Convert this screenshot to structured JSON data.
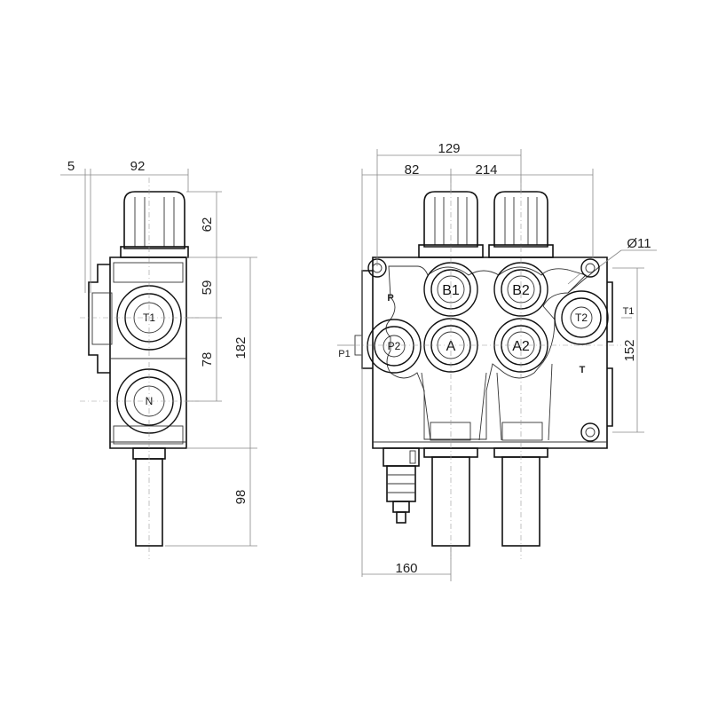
{
  "side_view": {
    "dims": {
      "offset": "5",
      "width": "92",
      "cap": "62",
      "upper": "59",
      "middle": "78",
      "height": "182",
      "lever": "98"
    },
    "ports": {
      "t1": "T1",
      "n": "N"
    }
  },
  "front_view": {
    "dims": {
      "w129": "129",
      "w82": "82",
      "w214": "214",
      "hole": "Ø11",
      "h152": "152",
      "w160": "160"
    },
    "ports": {
      "b1": "B1",
      "b2": "B2",
      "t2": "T2",
      "p2": "P2",
      "a": "A",
      "a2": "A2"
    },
    "labels": {
      "p1": "P1",
      "t1": "T1",
      "p_mark": "P",
      "t_mark": "T"
    }
  }
}
